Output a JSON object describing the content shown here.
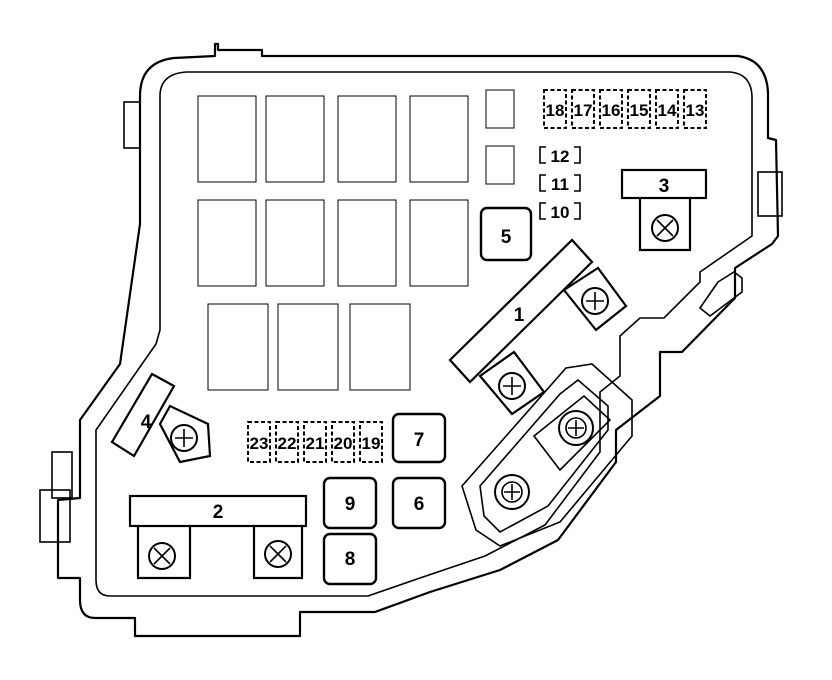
{
  "fuses": {
    "f1": "1",
    "f2": "2",
    "f3": "3",
    "f4": "4",
    "f5": "5",
    "f6": "6",
    "f7": "7",
    "f8": "8",
    "f9": "9",
    "f10": "10",
    "f11": "11",
    "f12": "12",
    "f13": "13",
    "f14": "14",
    "f15": "15",
    "f16": "16",
    "f17": "17",
    "f18": "18",
    "f19": "19",
    "f20": "20",
    "f21": "21",
    "f22": "22",
    "f23": "23"
  }
}
